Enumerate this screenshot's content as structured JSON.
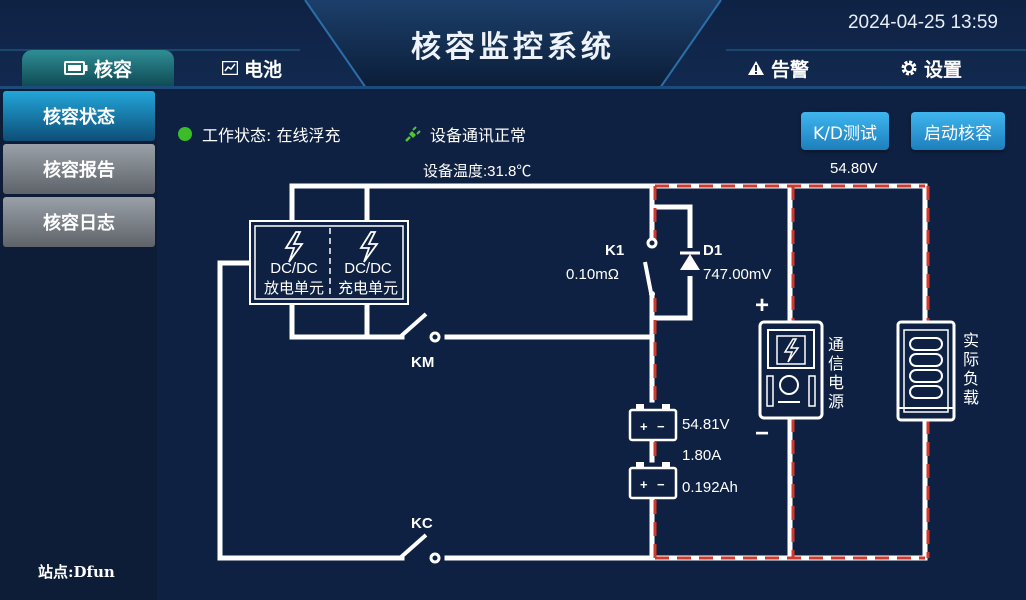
{
  "header": {
    "title": "核容监控系统",
    "datetime": "2024-04-25 13:59"
  },
  "tabs": [
    {
      "label": "核容",
      "icon": "battery-icon",
      "active": true
    },
    {
      "label": "电池",
      "icon": "chart-icon",
      "active": false
    },
    {
      "label": "告警",
      "icon": "warning-icon",
      "active": false
    },
    {
      "label": "设置",
      "icon": "gear-icon",
      "active": false
    }
  ],
  "sidebar": {
    "items": [
      {
        "label": "核容状态",
        "active": true
      },
      {
        "label": "核容报告",
        "active": false
      },
      {
        "label": "核容日志",
        "active": false
      }
    ],
    "site": "站点:Dfun"
  },
  "status": {
    "work_state": "工作状态: 在线浮充",
    "comm_state": "设备通讯正常",
    "colors": {
      "ok": "#3bbd2a",
      "plug": "#4fc72a"
    }
  },
  "actions": {
    "kd_test": "K/D测试",
    "start_check": "启动核容"
  },
  "diagram": {
    "device_temp": "设备温度:31.8℃",
    "bus_voltage": "54.80V",
    "dcdc_discharge_line1": "DC/DC",
    "dcdc_discharge_line2": "放电单元",
    "dcdc_charge_line1": "DC/DC",
    "dcdc_charge_line2": "充电单元",
    "k1_label": "K1",
    "k1_value": "0.10mΩ",
    "d1_label": "D1",
    "d1_value": "747.00mV",
    "km_label": "KM",
    "kc_label": "KC",
    "battery_voltage": "54.81V",
    "battery_current": "1.80A",
    "battery_capacity": "0.192Ah",
    "comm_power_label": "通信电源",
    "actual_load_label": "实际负载",
    "plus": "+",
    "minus": "−",
    "colors": {
      "wire": "#ffffff",
      "active_wire": "#d0392b",
      "accent": "#22a6d9"
    }
  }
}
